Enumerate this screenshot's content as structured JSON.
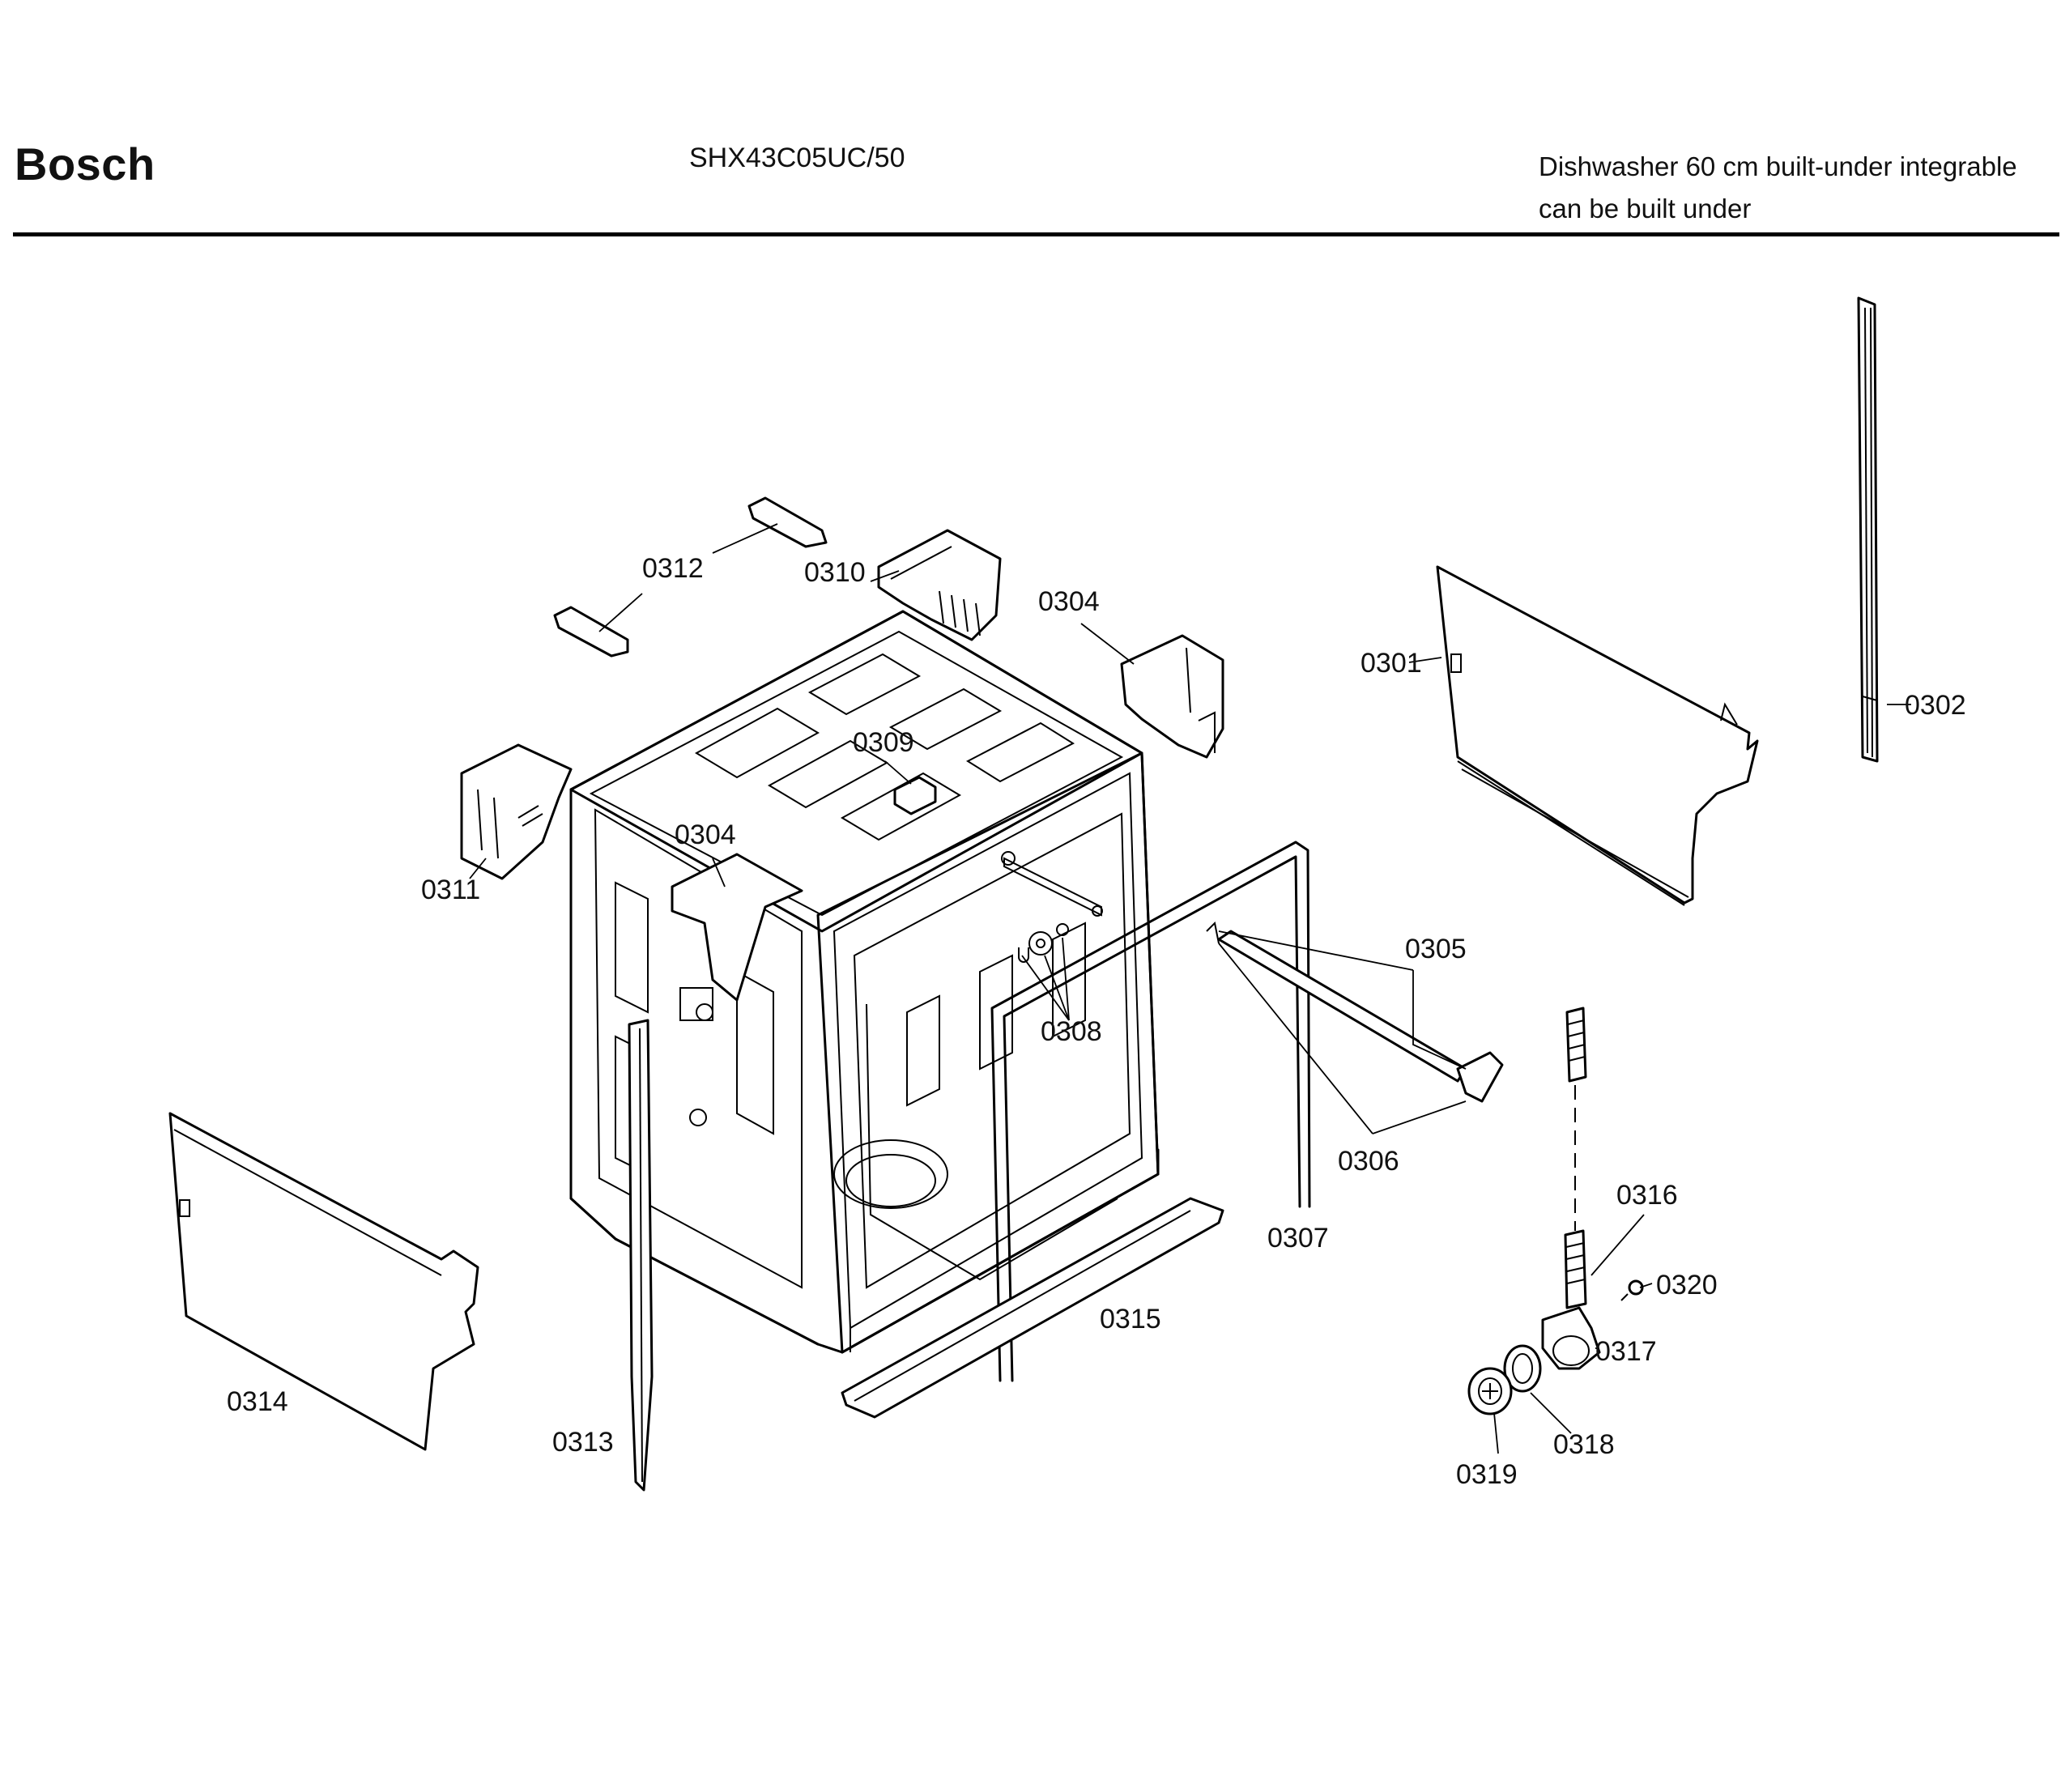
{
  "header": {
    "brand": "Bosch",
    "model": "SHX43C05UC/50",
    "description_line1": "Dishwasher 60 cm built-under integrable",
    "description_line2": "can be built under"
  },
  "parts": {
    "p0301": "0301",
    "p0302": "0302",
    "p0304a": "0304",
    "p0304b": "0304",
    "p0305": "0305",
    "p0306": "0306",
    "p0307": "0307",
    "p0308": "0308",
    "p0309": "0309",
    "p0310": "0310",
    "p0311": "0311",
    "p0312": "0312",
    "p0313": "0313",
    "p0314": "0314",
    "p0315": "0315",
    "p0316": "0316",
    "p0317": "0317",
    "p0318": "0318",
    "p0319": "0319",
    "p0320": "0320"
  }
}
